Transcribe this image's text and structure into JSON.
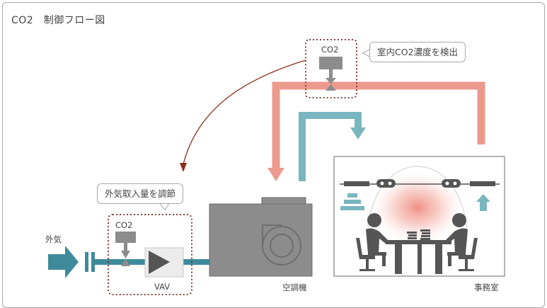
{
  "diagram": {
    "title": "CO2　制御フロー図",
    "callout_sensor": "室内CO2濃度を検出",
    "callout_damper": "外気取入量を調節",
    "sensor_label_top": "CO2",
    "sensor_label_left": "CO2",
    "outside_air_label": "外気",
    "vav_label": "VAV",
    "ahu_label": "空調機",
    "office_label": "事務室",
    "colors": {
      "supply": "#79b6bf",
      "return": "#ec9a8d",
      "equipment": "#8c8c8c",
      "outdoor": "#3e8a9a",
      "control_arrow": "#8b2d1a"
    }
  }
}
